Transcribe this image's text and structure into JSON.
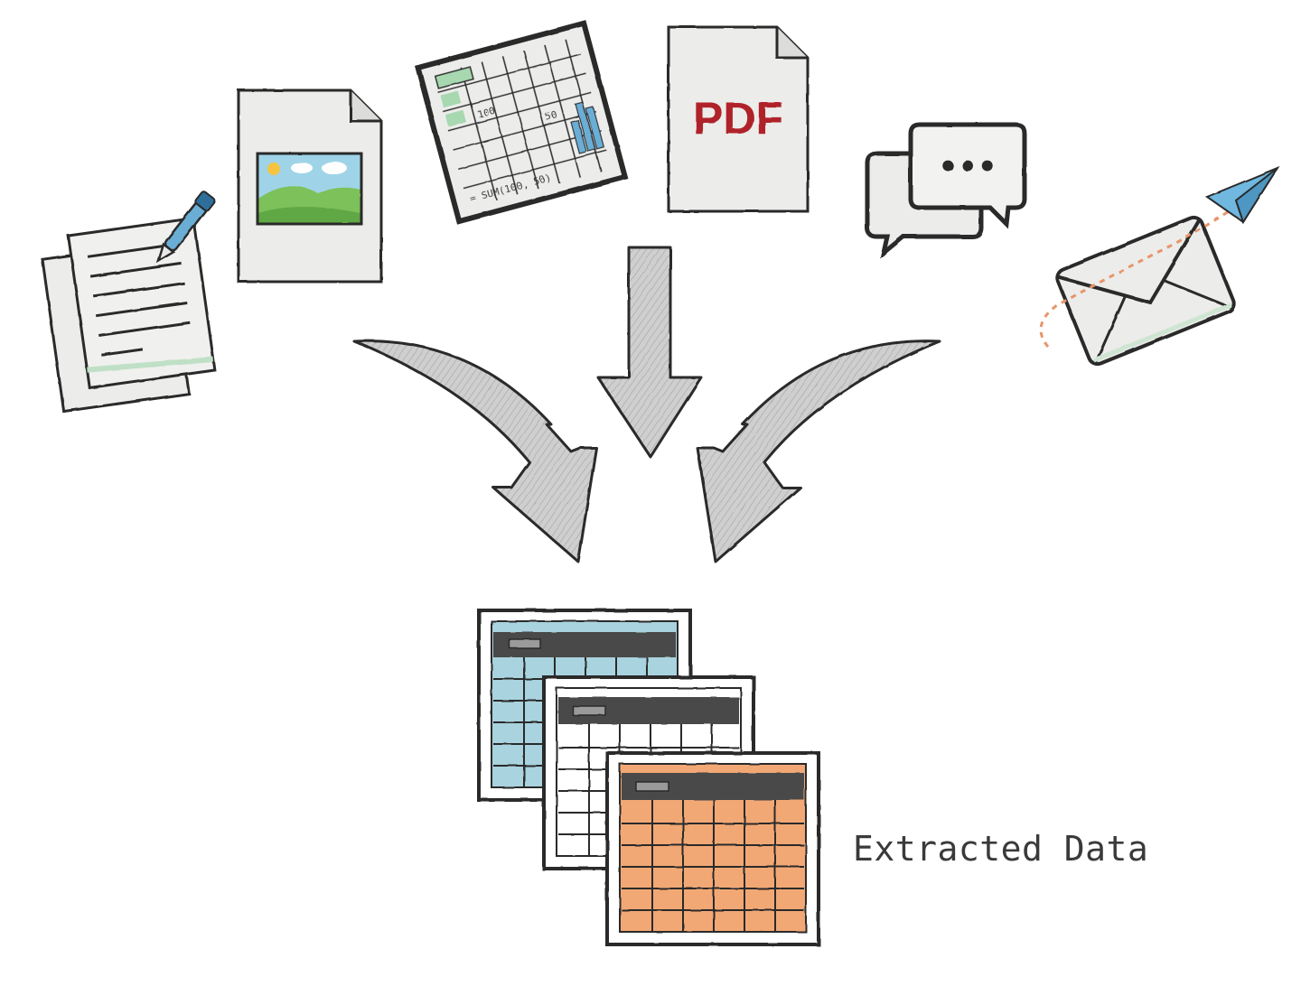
{
  "sources": {
    "spreadsheet": {
      "cell_100": "100",
      "cell_50": "50",
      "formula": "= SUM(100, 50)"
    },
    "pdf": {
      "label": "PDF"
    },
    "chat": {
      "dots": "•••"
    }
  },
  "output": {
    "caption": "Extracted Data"
  },
  "colors": {
    "outline": "#2b2b2b",
    "paper": "#ececea",
    "arrow_fill": "#c9c9c9",
    "pdf_red": "#b0202a",
    "sheet_green": "#a7d8b0",
    "chart_blue": "#6aaed6",
    "table_blue": "#a9d3de",
    "table_orange": "#f2a875",
    "table_header": "#4a4a4a",
    "paper_plane": "#6fb8df",
    "dash_orange": "#e8956a"
  }
}
